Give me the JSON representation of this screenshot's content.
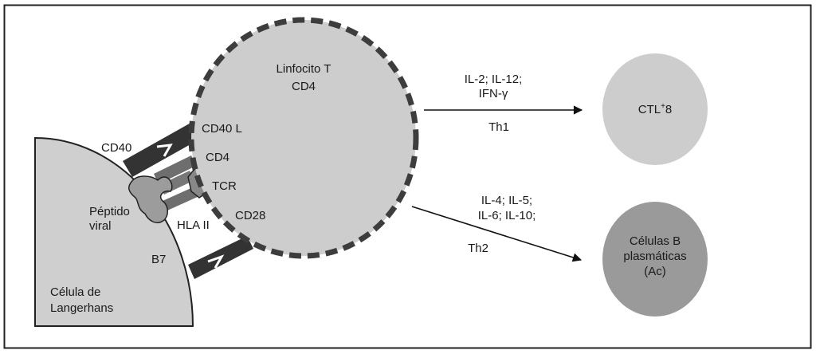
{
  "diagram": {
    "cells": {
      "langerhans": {
        "label_lines": [
          "Célula de",
          "Langerhans"
        ],
        "color": "#cfcfcf"
      },
      "t_lymphocyte": {
        "label_lines": [
          "Linfocito T",
          "CD4"
        ],
        "color": "#cdcdcd",
        "membrane_color": "#3d3d3d"
      },
      "ctl": {
        "label_main": "CTL",
        "label_sup": "+",
        "label_tail": "8",
        "color": "#cdcdcd"
      },
      "b_cells": {
        "label_lines": [
          "Células B",
          "plasmáticas",
          "(Ac)"
        ],
        "color": "#9a9a9a"
      }
    },
    "molecules": {
      "cd40": "CD40",
      "cd40l": "CD40 L",
      "cd4": "CD4",
      "tcr": "TCR",
      "cd28": "CD28",
      "hla2": "HLA II",
      "b7": "B7",
      "peptide_lines": [
        "Péptido",
        "viral"
      ]
    },
    "pathways": {
      "th1": {
        "cytokine_lines": [
          "IL-2; IL-12;",
          "IFN-γ"
        ],
        "label": "Th1"
      },
      "th2": {
        "cytokine_lines": [
          "IL-4; IL-5;",
          "IL-6; IL-10;"
        ],
        "label": "Th2"
      }
    },
    "colors": {
      "dark_receptor": "#333333",
      "mid_receptor": "#6e6e6e",
      "peptide": "#9c9c9c",
      "frame": "#222222"
    }
  }
}
